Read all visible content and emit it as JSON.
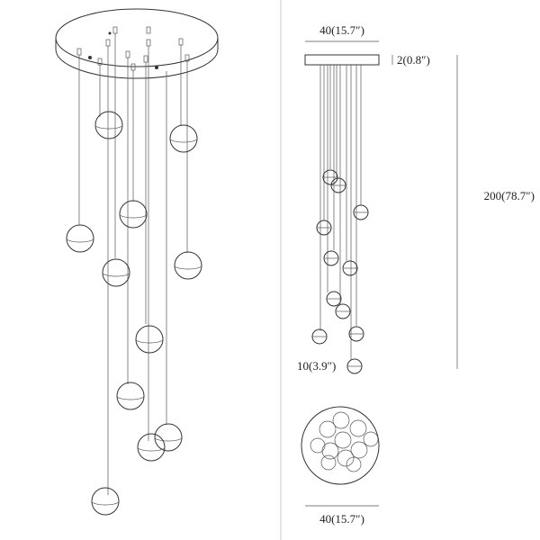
{
  "dimensions": {
    "top_width": "40(15.7″)",
    "canopy_height": "2(0.8″)",
    "total_height": "200(78.7″)",
    "globe_diameter": "10(3.9″)",
    "bottom_width": "40(15.7″)"
  },
  "colors": {
    "line": "#333333",
    "globe_fill": "#ffffff",
    "text": "#222222"
  }
}
